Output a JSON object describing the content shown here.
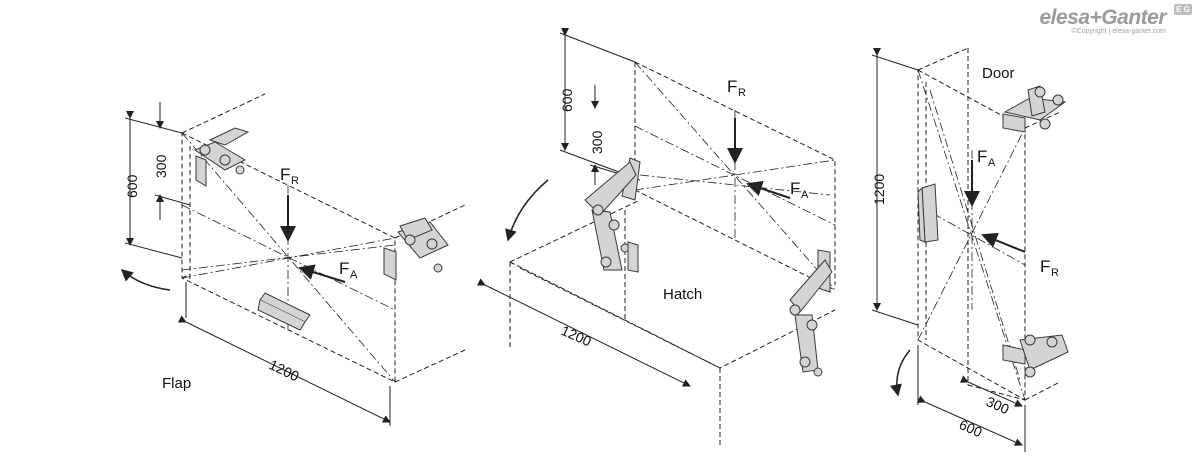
{
  "brand": {
    "name": "elesa+Ganter",
    "copyright": "©Copyright | elesa-ganter.com",
    "badge": "E G"
  },
  "flap": {
    "label": "Flap",
    "dim_width": "1200",
    "dim_height": "600",
    "dim_half": "300",
    "force_radial": "F",
    "force_radial_sub": "R",
    "force_axial": "F",
    "force_axial_sub": "A"
  },
  "hatch": {
    "label": "Hatch",
    "dim_width": "1200",
    "dim_height": "600",
    "dim_half": "300",
    "force_radial": "F",
    "force_radial_sub": "R",
    "force_axial": "F",
    "force_axial_sub": "A"
  },
  "door": {
    "label": "Door",
    "dim_height": "1200",
    "dim_width": "600",
    "dim_half": "300",
    "force_radial": "F",
    "force_radial_sub": "R",
    "force_axial": "F",
    "force_axial_sub": "A"
  },
  "colors": {
    "line": "#222222",
    "part_fill": "#d4d4d4",
    "part_stroke": "#3a3a3a",
    "brand_gray": "#9a9a9a"
  }
}
